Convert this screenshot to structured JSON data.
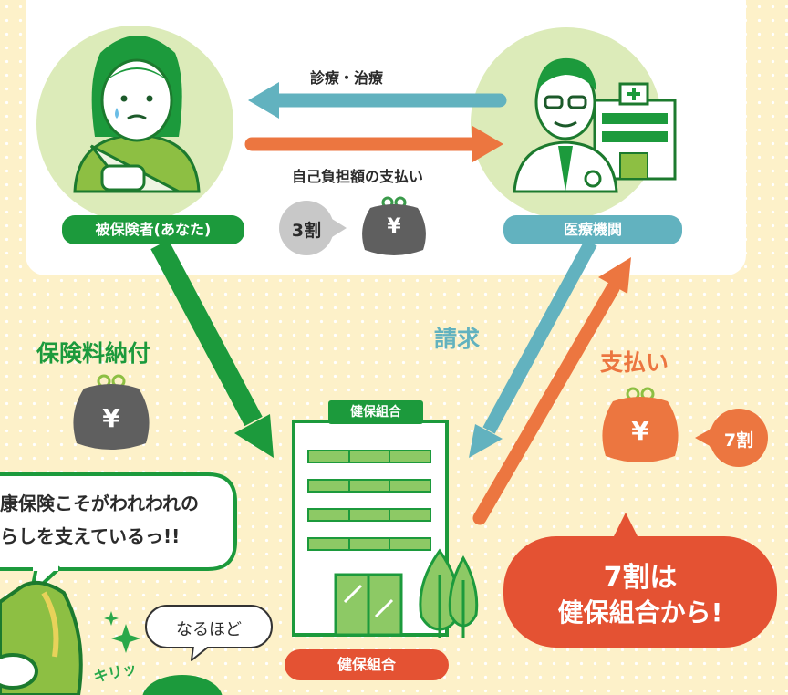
{
  "top": {
    "patient_label": "被保険者(あなた)",
    "hospital_label": "医療機関",
    "treatment_label": "診療・治療",
    "copay_label": "自己負担額の支払い",
    "copay_ratio": "3割"
  },
  "middle": {
    "premium_label": "保険料納付",
    "claim_label": "請求",
    "payment_label": "支払い",
    "payment_ratio": "7割"
  },
  "union": {
    "sign_label": "健保組合",
    "base_label": "健保組合"
  },
  "callout": {
    "line1": "7割は",
    "line2": "健保組合から!"
  },
  "speech": {
    "line1": "康保険こそがわれわれの",
    "line2": "らしを支えているっ!!",
    "reply": "なるほど",
    "sfx": "キリッ"
  },
  "icons": {
    "coin": "¥"
  },
  "colors": {
    "green": "#1c9a3c",
    "teal": "#62b2bf",
    "orange": "#ec7640",
    "red": "#e45233",
    "gray": "#5f5f5f",
    "bg": "#fdf1c9"
  }
}
